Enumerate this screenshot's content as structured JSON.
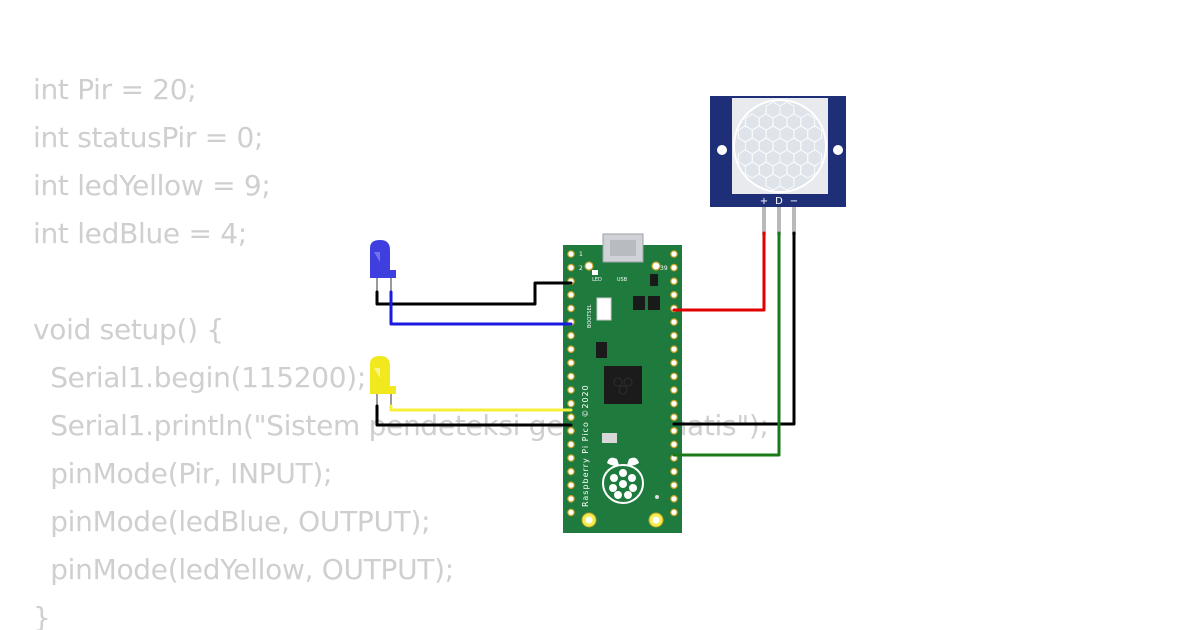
{
  "code": {
    "lines": [
      "int Pir = 20;",
      "int statusPir = 0;",
      "int ledYellow = 9;",
      "int ledBlue = 4;",
      "",
      "void setup() {",
      "  Serial1.begin(115200);",
      "  Serial1.println(\"Sistem pendeteksi gerak otomatis\");",
      "  pinMode(Pir, INPUT);",
      "  pinMode(ledBlue, OUTPUT);",
      "  pinMode(ledYellow, OUTPUT);",
      "}"
    ]
  },
  "board": {
    "pin_1": "1",
    "pin_2": "2",
    "pin_39": "39",
    "led_label": "LED",
    "usb_label": "USB",
    "bootsel_label": "BOOTSEL",
    "silkscreen": "Raspberry Pi Pico ©2020"
  },
  "pir_sensor": {
    "pin_plus": "+",
    "pin_data": "D",
    "pin_minus": "−"
  },
  "colors": {
    "board_green": "#1f7a3e",
    "pir_board": "#1e2f78",
    "led_blue": "#3f3fe0",
    "led_yellow": "#f2e81e",
    "wire_black": "#000000",
    "wire_blue": "#1a1ae0",
    "wire_yellow": "#f5ef3a",
    "wire_red": "#e00000",
    "wire_green": "#1a7a1a"
  }
}
